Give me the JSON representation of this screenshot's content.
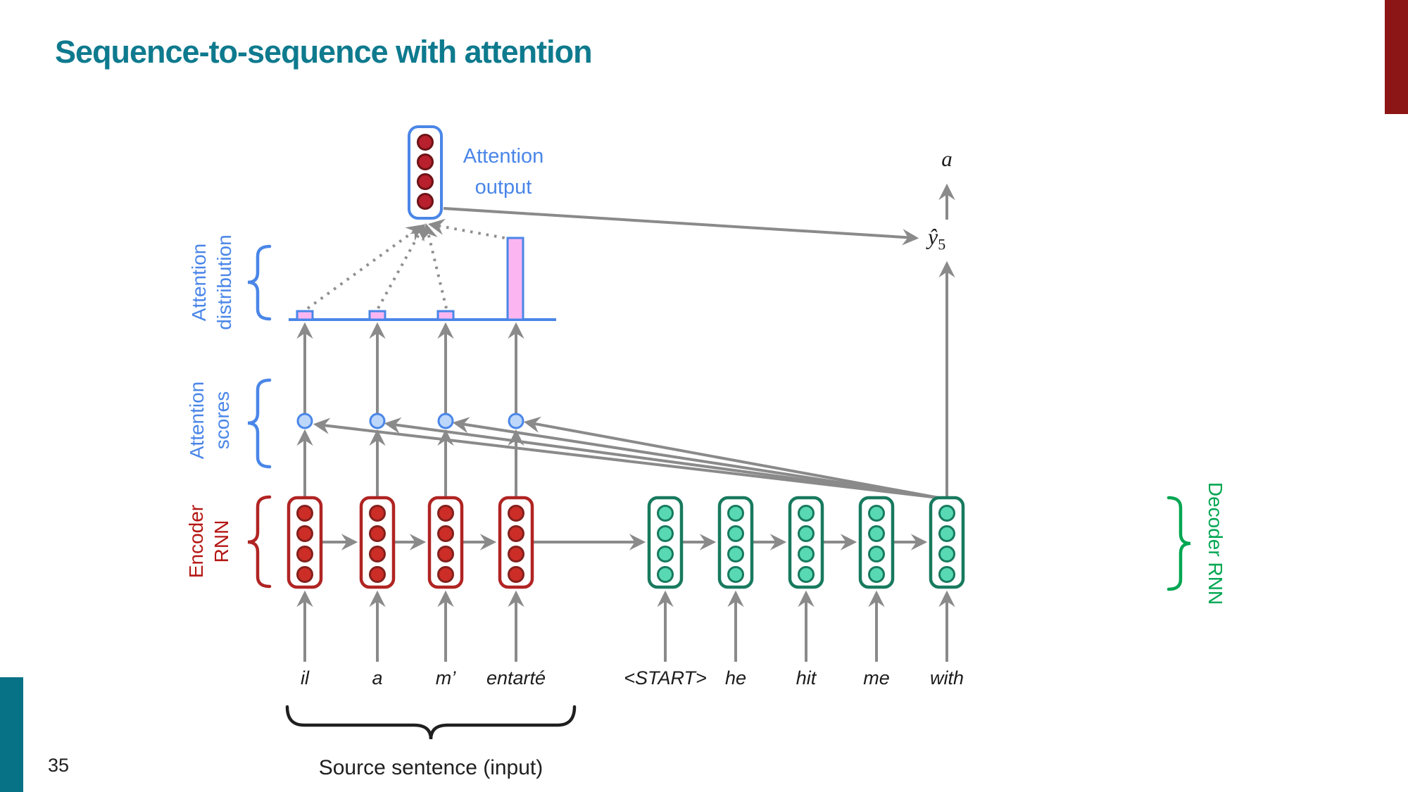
{
  "slide": {
    "title": "Sequence-to-sequence with attention",
    "page_number": "35"
  },
  "labels": {
    "attention_output": [
      "Attention",
      "output"
    ],
    "attention_distribution": [
      "Attention",
      "distribution"
    ],
    "attention_scores": [
      "Attention",
      "scores"
    ],
    "encoder_rnn": [
      "Encoder",
      "RNN"
    ],
    "decoder_rnn": "Decoder RNN",
    "source_sentence": "Source sentence (input)",
    "predicted_word": "a",
    "y_hat": "ŷ",
    "y_hat_sub": "5"
  },
  "encoder": {
    "words": [
      "il",
      "a",
      "m’",
      "entarté"
    ]
  },
  "decoder": {
    "words": [
      "<START>",
      "he",
      "hit",
      "me",
      "with"
    ]
  },
  "attention": {
    "distribution_relative_heights": [
      0.1,
      0.1,
      0.1,
      1.0
    ],
    "focused_source_word": "entarté"
  },
  "colors": {
    "title_teal": "#0e7a8e",
    "accent_top_right": "#8c1515",
    "accent_bottom_left": "#077286",
    "attention_blue": "#4a86e8",
    "attention_bar_pink": "#fbb6f2",
    "encoder_red": "#b02423",
    "decoder_green": "#187a5e",
    "label_green": "#00a651",
    "line_gray": "#8a8a8a"
  }
}
